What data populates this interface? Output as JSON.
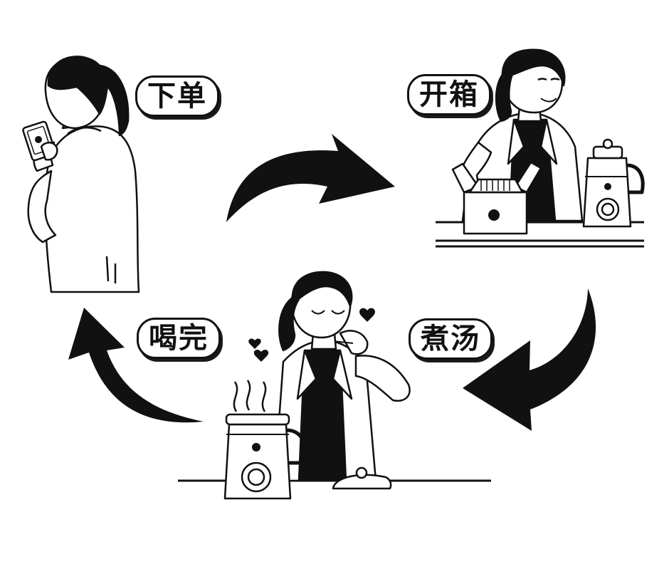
{
  "steps": [
    {
      "key": "order",
      "label": "下单"
    },
    {
      "key": "unbox",
      "label": "开箱"
    },
    {
      "key": "cook",
      "label": "煮汤"
    },
    {
      "key": "finish",
      "label": "喝完"
    }
  ],
  "colors": {
    "ink": "#111111",
    "background": "#ffffff",
    "fill": "#ffffff"
  },
  "icons": [
    "smartphone-icon",
    "soup-kettle-icon",
    "heart-icon",
    "steam-icon",
    "cycle-arrow-icon"
  ]
}
